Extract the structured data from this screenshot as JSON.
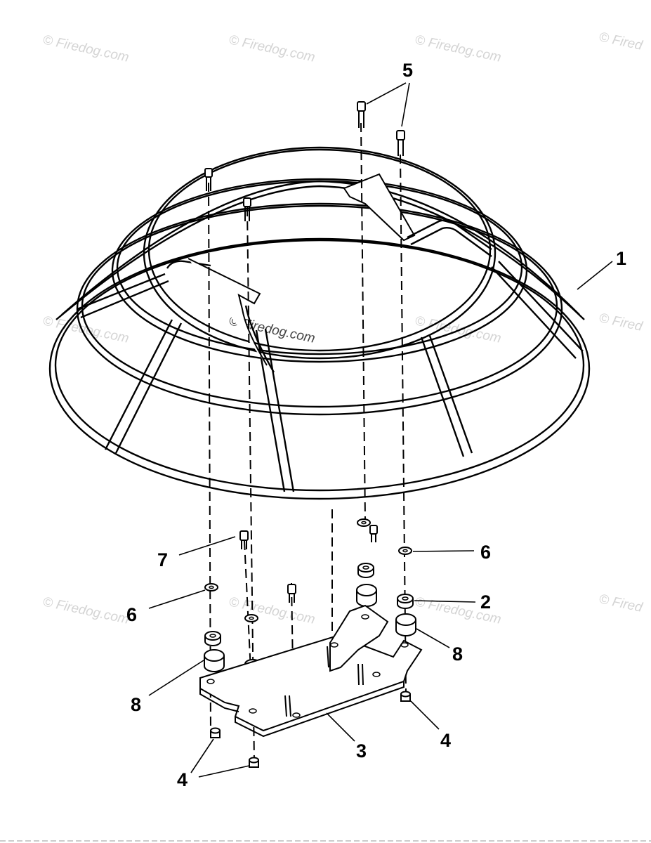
{
  "watermarks": [
    "© Firedog.com",
    "© Firedog.com",
    "© Firedog.com",
    "© Fired",
    "© Firedog.com",
    "© Firedog.com",
    "© Firedog.com",
    "© Fired",
    "© Firedog.com",
    "© Firedog.com",
    "© Firedog.com",
    "© Fired"
  ],
  "callouts": {
    "c1": "1",
    "c2": "2",
    "c3": "3",
    "c4a": "4",
    "c4b": "4",
    "c5": "5",
    "c6a": "6",
    "c6b": "6",
    "c7": "7",
    "c8a": "8",
    "c8b": "8"
  }
}
